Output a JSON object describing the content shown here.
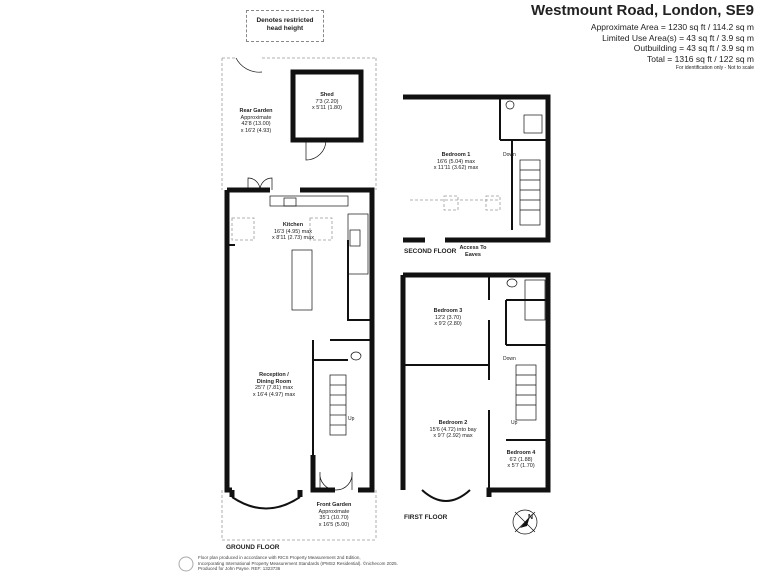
{
  "header": {
    "title": "Westmount Road, London, SE9",
    "approx_area": "Approximate Area = 1230 sq ft / 114.2 sq m",
    "limited_use": "Limited Use Area(s) = 43 sq ft / 3.9 sq m",
    "outbuilding": "Outbuilding = 43 sq ft / 3.9 sq m",
    "total": "Total = 1316 sq ft / 122 sq m",
    "note": "For identification only - Not to scale"
  },
  "legend": {
    "line1": "Denotes restricted",
    "line2": "head height"
  },
  "ground_floor": {
    "label": "GROUND FLOOR",
    "shed": {
      "name": "Shed",
      "l1": "7'3 (2.20)",
      "l2": "x 5'11 (1.80)"
    },
    "rear_garden": {
      "name": "Rear Garden",
      "l1": "Approximate",
      "l2": "42'8 (13.00)",
      "l3": "x 16'2 (4.93)"
    },
    "kitchen": {
      "name": "Kitchen",
      "l1": "16'3 (4.95) max",
      "l2": "x 8'11 (2.73) max"
    },
    "reception": {
      "name": "Reception /",
      "name2": "Dining Room",
      "l1": "25'7 (7.81) max",
      "l2": "x 16'4 (4.97) max"
    },
    "front_garden": {
      "name": "Front Garden",
      "l1": "Approximate",
      "l2": "35'1 (10.70)",
      "l3": "x 16'5 (5.00)"
    },
    "up": "Up"
  },
  "first_floor": {
    "label": "FIRST FLOOR",
    "bedroom3": {
      "name": "Bedroom 3",
      "l1": "12'2 (3.70)",
      "l2": "x 9'2 (2.80)"
    },
    "bedroom2": {
      "name": "Bedroom 2",
      "l1": "15'6 (4.72) into bay",
      "l2": "x 9'7 (2.92) max"
    },
    "bedroom4": {
      "name": "Bedroom 4",
      "l1": "6'2 (1.88)",
      "l2": "x 5'7 (1.70)"
    },
    "down": "Down",
    "up": "Up"
  },
  "second_floor": {
    "label": "SECOND FLOOR",
    "bedroom1": {
      "name": "Bedroom 1",
      "l1": "16'6 (5.04) max",
      "l2": "x 11'11 (3.62) max"
    },
    "down": "Down",
    "eaves": "Access To",
    "eaves2": "Eaves"
  },
  "compass": "N",
  "footer": {
    "line1": "Floor plan produced in accordance with RICS Property Measurement 2nd Edition,",
    "line2": "Incorporating International Property Measurement Standards (IPMS2 Residential).  ©nichecom 2025.",
    "line3": "Produced for John Payne.  REF: 1323736"
  }
}
